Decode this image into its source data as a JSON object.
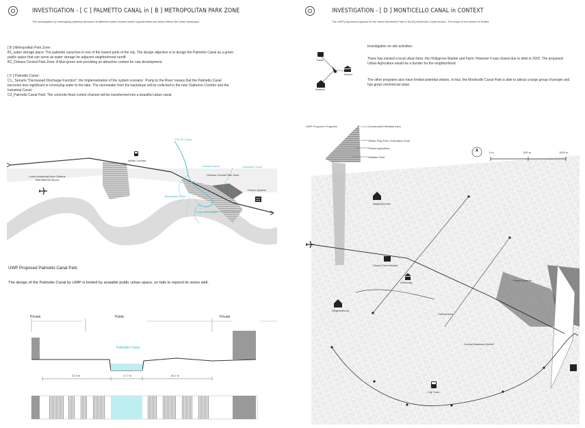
{
  "left": {
    "title": "INVESTIGATION - [ C ] PALMETTO CANAL  in  [ B ] METROPOLITAN PARK ZONE",
    "subtitle": "The investigation by overlapping planning decisions at different scales reveals hidden opportunities and helps rethink the urban landscape.",
    "b_heading": "[ B ] Metropolitan Park Zone :",
    "b_lines": [
      "B1_water storage place:  The palmetto canal lies in one of the lowest parts of the city. The design objective is to design the Palmetto Canal as a green",
      "public space that can serve as water storage for adjacent neighborhood runoff.",
      "B2_Orleans Central Park Zone:    A blue-green axis providing an attractive context for new development."
    ],
    "c_heading": "[ C ] Palmetto Canal :",
    "c_lines": [
      "C1_ Senario \"Decreased Discharge Function\":      the implementation of the system scenario ' Pump to the River' means that the Palmetto Canal",
      "becomes less significant in conveying water to the lake. The stormwater from the backslope will be collected in the new Claiborne Corridor and the",
      "Industrial Canal.",
      "C2_Palmetto Canal Park:   The concrete flood control channel will be transformed into a beautiful urban canal."
    ],
    "map_labels": {
      "airline": "Airline Corridor",
      "zone17": "17th St. Canal",
      "orleans_canal": "Orleans Canal",
      "ocp_zone": "Orleans Central Park Zone",
      "industrial": "Industrial Canal",
      "mississippi": "Mississippi River",
      "claiborne": "Claiborne Corridor",
      "airport": "Louis Armstrong New Orleans\nInternational Airport",
      "french_quarter": "French Quarter"
    },
    "section_heading": "UWP Proposed Palmetto Canal Park",
    "section_text": "The design of the Palmetto Canal by UWP is limited by avaiable public urban space, so fails to repond its vision well.",
    "xsec": {
      "private_left": "Private",
      "public": "Public",
      "private_right": "Private",
      "canal": "Palmetto Canal",
      "dims": [
        "21.9 m",
        "17.7 m",
        "26.7 m"
      ]
    }
  },
  "right": {
    "title": "INVESTIGATION - [ D ] MONTICELLO CANAL in CONTEXT",
    "subtitle": "The UWP proposed programs for the future Monticello Park in the [D] Monticello Canal section. The scope of the section is limited.",
    "diagram": {
      "tourist": "Tourist",
      "student": "Student",
      "resident": "Resident"
    },
    "onsite_heading": "Investigation on site activities:",
    "onsite_p1": "There has existed a local urban farm, the Hollygrove Market and Farm. However it was closed due to debt in 2016. The proposed Urban Agriculture would be a burden for the neighborhood.",
    "onsite_p2": "The other programs also have limited potential visitors. In fact, the Monticello Canal Park is able to attract a large group of people and has great commercial value.",
    "programs_heading": "UWP Proposed Programs",
    "programs": [
      "Constructed Wetland Area",
      "Water Play Park / Education Zone",
      "Urban Agriculture",
      "Athletic Field"
    ],
    "scale": [
      "0 m",
      "500 m",
      "1000 m"
    ],
    "map_labels": {
      "neighborhood1": "Neighborhood",
      "closed_farm": "Closed Farm Market",
      "university": "University",
      "neighborhood2": "Neighborhood",
      "central_area": "Central Area",
      "french_quarter": "French Quarter",
      "cbd": "Central Business District",
      "city_train": "City Train"
    }
  }
}
